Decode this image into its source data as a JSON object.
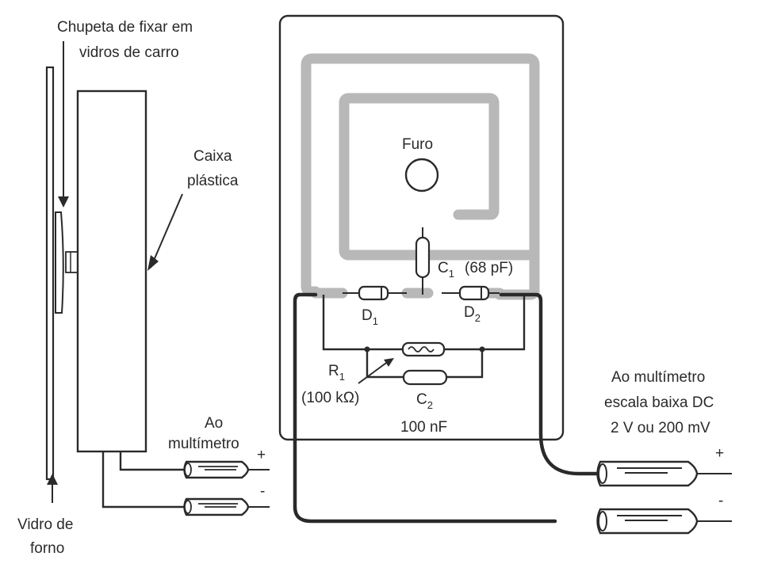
{
  "left_view": {
    "suction_cup_label_line1": "Chupeta de fixar em",
    "suction_cup_label_line2": "vidros de carro",
    "box_label_line1": "Caixa",
    "box_label_line2": "plástica",
    "glass_label_line1": "Vidro de",
    "glass_label_line2": "forno",
    "meter_label_line1": "Ao",
    "meter_label_line2": "multímetro",
    "plus": "+",
    "minus": "-"
  },
  "board": {
    "hole_label": "Furo",
    "c1_label": "C",
    "c1_sub": "1",
    "c1_value": "(68 pF)",
    "d1_label": "D",
    "d1_sub": "1",
    "d2_label": "D",
    "d2_sub": "2",
    "r1_label": "R",
    "r1_sub": "1",
    "r1_value": "(100 kΩ)",
    "c2_label": "C",
    "c2_sub": "2",
    "c2_value": "100 nF"
  },
  "meter": {
    "line1": "Ao multímetro",
    "line2": "escala baixa DC",
    "line3": "2 V ou 200 mV",
    "plus": "+",
    "minus": "-"
  },
  "colors": {
    "ink": "#2a2a2a",
    "trace": "#b8b8b8",
    "paper": "#ffffff"
  }
}
